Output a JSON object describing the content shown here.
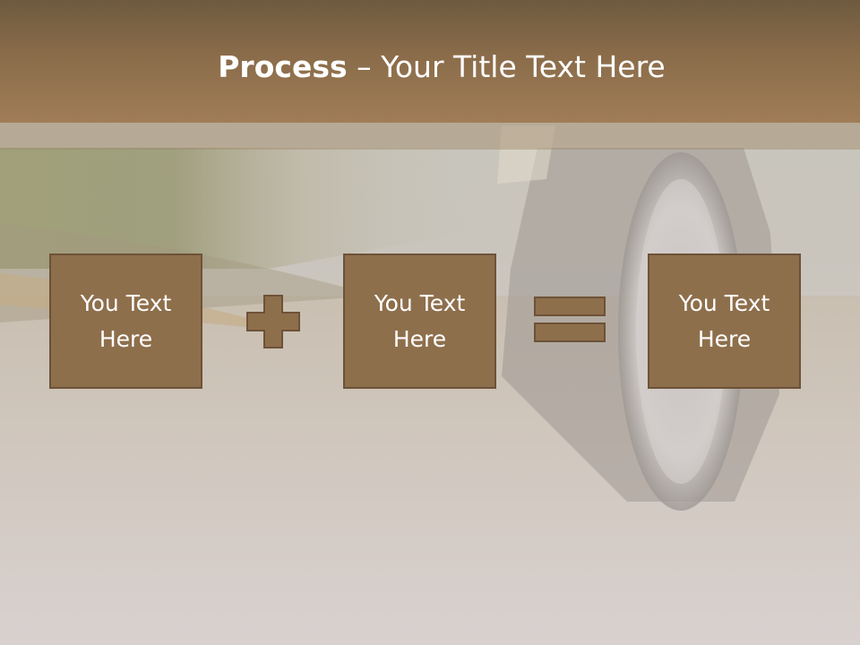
{
  "slide": {
    "title_bold": "Process",
    "title_rest": " – Your Title Text Here",
    "boxes": [
      {
        "text": "You Text Here"
      },
      {
        "text": "You Text Here"
      },
      {
        "text": "You Text Here"
      }
    ],
    "operators": [
      "plus-icon",
      "equals-icon"
    ]
  },
  "colors": {
    "header": "#8a6c4a",
    "box_fill": "#8e6f4c",
    "box_border": "#6d5238",
    "text": "#ffffff"
  }
}
